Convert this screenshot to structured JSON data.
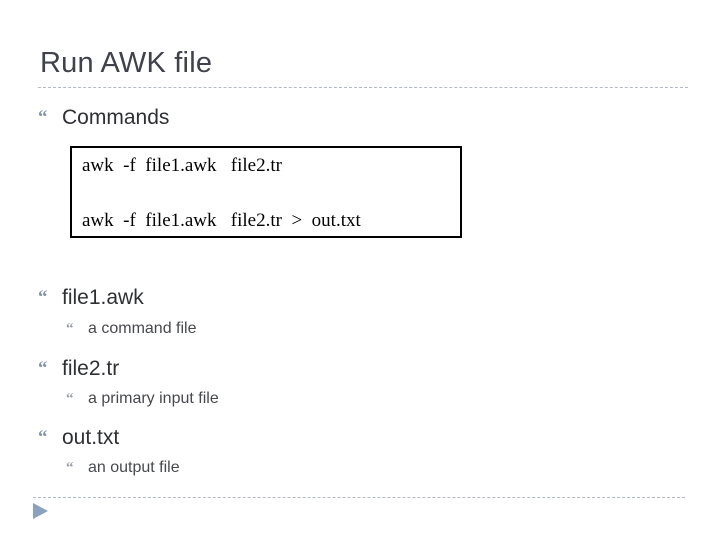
{
  "slide": {
    "title": "Run AWK file",
    "bullet_glyph": "“",
    "bullets": [
      {
        "label": "Commands"
      },
      {
        "label": "file1.awk",
        "sub": [
          "a command file"
        ]
      },
      {
        "label": "file2.tr",
        "sub": [
          "a primary input file"
        ]
      },
      {
        "label": "out.txt",
        "sub": [
          "an output file"
        ]
      }
    ],
    "code_box": {
      "lines": [
        "awk  -f  file1.awk   file2.tr",
        "awk  -f  file1.awk   file2.tr  >  out.txt"
      ]
    },
    "colors": {
      "title": "#3f424a",
      "body_text": "#2e3033",
      "sub_text": "#47494d",
      "bullet_accent": "#8295ac",
      "sub_bullet_accent": "#989da5",
      "rule": "#b4bac2",
      "code_border": "#000000",
      "code_text": "#000000",
      "triangle": "#8aa2c0",
      "background": "#ffffff"
    }
  }
}
